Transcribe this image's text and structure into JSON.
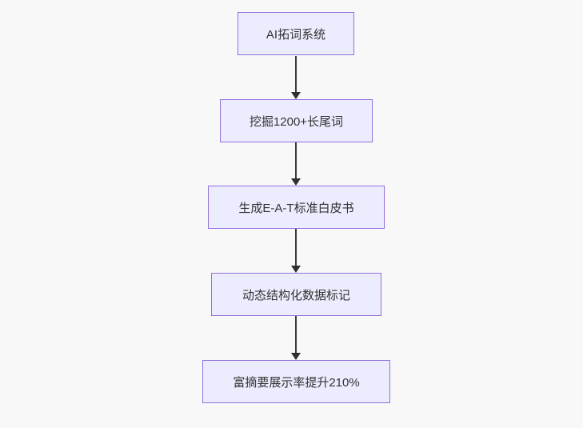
{
  "page": {
    "background_color": "#f8f8f8"
  },
  "theme": {
    "node_fill_color": "#ECECFF",
    "node_border_color": "#9370DB",
    "node_text_color": "#333333",
    "arrow_color": "#3b3b3b"
  },
  "flowchart": {
    "type": "flowchart",
    "direction": "top-down",
    "nodes": [
      {
        "id": "n1",
        "label": "AI拓词系统"
      },
      {
        "id": "n2",
        "label": "挖掘1200+长尾词"
      },
      {
        "id": "n3",
        "label": "生成E-A-T标准白皮书"
      },
      {
        "id": "n4",
        "label": "动态结构化数据标记"
      },
      {
        "id": "n5",
        "label": "富摘要展示率提升210%"
      }
    ],
    "edges": [
      {
        "from": "n1",
        "to": "n2"
      },
      {
        "from": "n2",
        "to": "n3"
      },
      {
        "from": "n3",
        "to": "n4"
      },
      {
        "from": "n4",
        "to": "n5"
      }
    ]
  }
}
